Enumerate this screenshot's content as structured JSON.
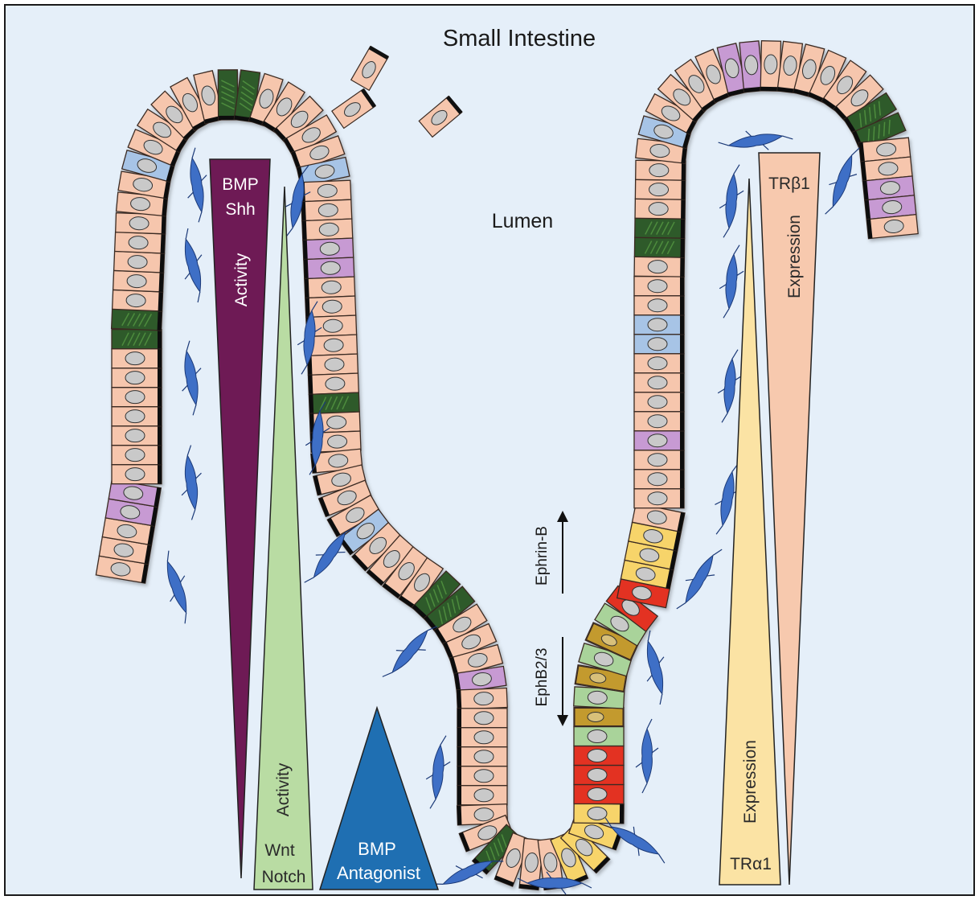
{
  "figure": {
    "title": "Small Intestine",
    "lumen_label": "Lumen",
    "colors": {
      "background": "#e5eff9",
      "border": "#1a1a1a",
      "cell_fill": "#f6c6ad",
      "cell_stroke": "#3a2a22",
      "nucleus": "#c9c9c9",
      "brush_border": "#111111",
      "fibroblast": "#3e6fc6",
      "goblet": "#c79ad3",
      "enteroendocrine": "#2e5a2a",
      "tuft": "#a7c4e6",
      "transit_amplifying": "#f7d46a",
      "stem_cell": "#e33323",
      "paneth": "#c39a2e",
      "crypt_base": "#a9d39a"
    }
  },
  "gradients": {
    "bmp_shh": {
      "line1": "BMP",
      "line2": "Shh",
      "label": "Activity",
      "color": "#6e1a55",
      "text_color": "#ffffff"
    },
    "wnt_notch": {
      "line1": "Wnt",
      "line2": "Notch",
      "label": "Activity",
      "color": "#b9dca3",
      "text_color": "#2a2a2a"
    },
    "bmp_antagonist": {
      "line1": "BMP",
      "line2": "Antagonist",
      "color": "#1f6fb2",
      "text_color": "#ffffff"
    },
    "tra1": {
      "name": "TRα1",
      "label": "Expression",
      "color": "#fbe3a4",
      "text_color": "#2a2a2a"
    },
    "trb1": {
      "name": "TRβ1",
      "label": "Expression",
      "color": "#f7c9ae",
      "text_color": "#2a2a2a"
    }
  },
  "arrows": {
    "ephrin": {
      "label": "Ephrin-B",
      "direction": "up"
    },
    "ephb": {
      "label": "EphB2/3",
      "direction": "down"
    }
  }
}
